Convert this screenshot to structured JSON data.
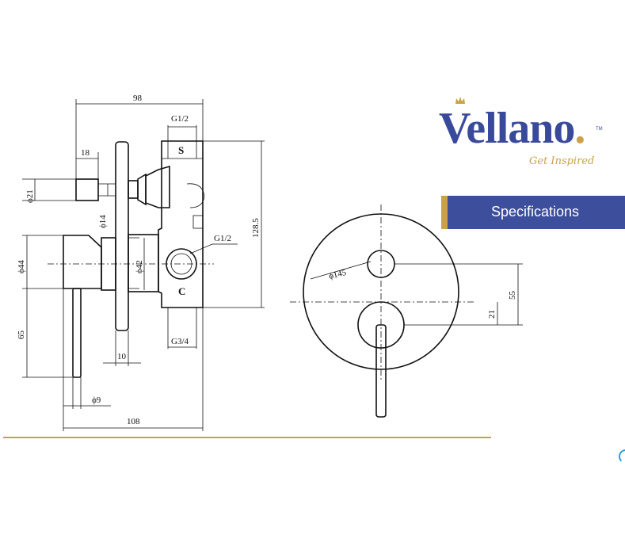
{
  "brand": {
    "name": "Vellano",
    "name_main": "Vellano",
    "name_dot": ".",
    "trademark": "TM",
    "tagline": "Get Inspired",
    "colors": {
      "navy": "#3d4e9c",
      "gold": "#c9a24a"
    }
  },
  "header": {
    "section_label": "Specifications"
  },
  "drawing": {
    "side_view": {
      "dim_98": "98",
      "dim_g12_top": "G1/2",
      "dim_18": "18",
      "dim_21": "ϕ21",
      "dim_14": "ϕ14",
      "dim_44": "ϕ44",
      "dim_42": "ϕ42",
      "dim_g12_side": "G1/2",
      "dim_128_5": "128.5",
      "dim_65": "65",
      "dim_10": "10",
      "dim_g34": "G3/4",
      "dim_9": "ϕ9",
      "dim_108": "108"
    },
    "front_view": {
      "dim_145": "ϕ145",
      "dim_55": "55",
      "dim_21": "21"
    }
  }
}
